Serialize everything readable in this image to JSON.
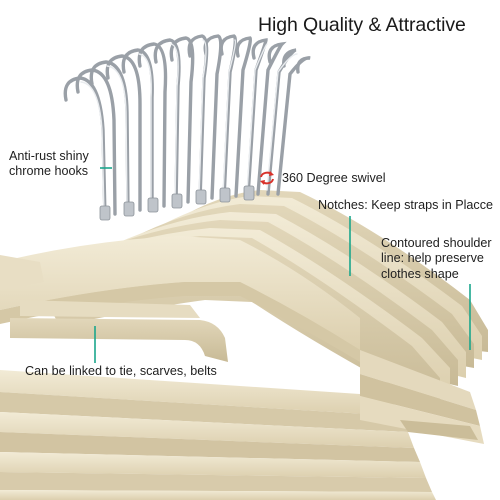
{
  "title": "High Quality & Attractive",
  "callouts": {
    "hooks": "Anti-rust shiny chrome hooks",
    "swivel": "360 Degree swivel",
    "notches": "Notches: Keep straps in Placce",
    "shoulder": "Contoured shoulder line: help preserve clothes shape",
    "link": "Can be linked to tie, scarves, belts"
  },
  "icons": {
    "swivel": "rotate-arrows-icon"
  },
  "colors": {
    "background": "#ffffff",
    "velvet": "#ece3cb",
    "velvet_shadow": "#cfc2a1",
    "chrome": "#c9cdd2",
    "accent": "#1aa68c",
    "swivel_icon": "#d8322b"
  }
}
